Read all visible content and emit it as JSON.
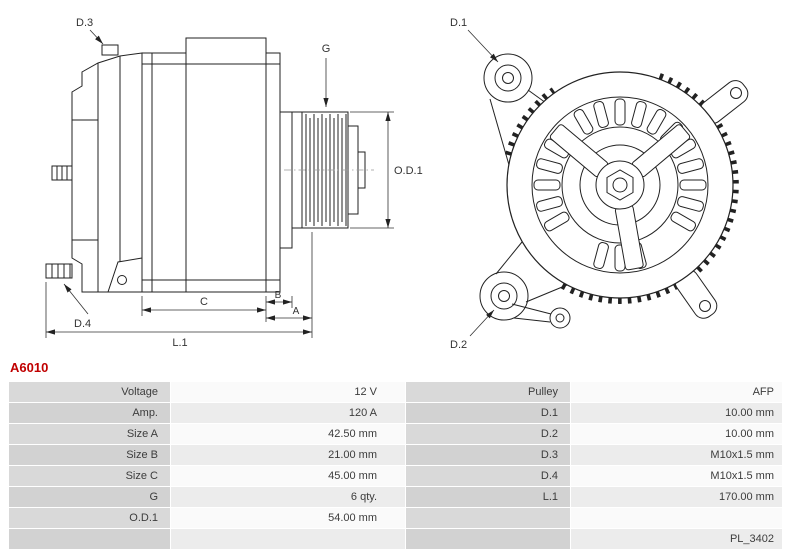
{
  "part_number": "A6010",
  "diagram": {
    "side_view_labels": {
      "d3": "D.3",
      "d4": "D.4",
      "g": "G",
      "od1": "O.D.1",
      "a": "A",
      "b": "B",
      "c": "C",
      "l1": "L.1"
    },
    "front_view_labels": {
      "d1": "D.1",
      "d2": "D.2"
    }
  },
  "table": {
    "rows": [
      {
        "cells": [
          "Voltage",
          "12 V",
          "Pulley",
          "AFP"
        ]
      },
      {
        "cells": [
          "Amp.",
          "120 A",
          "D.1",
          "10.00 mm"
        ]
      },
      {
        "cells": [
          "Size A",
          "42.50 mm",
          "D.2",
          "10.00 mm"
        ]
      },
      {
        "cells": [
          "Size B",
          "21.00 mm",
          "D.3",
          "M10x1.5 mm"
        ]
      },
      {
        "cells": [
          "Size C",
          "45.00 mm",
          "D.4",
          "M10x1.5 mm"
        ]
      },
      {
        "cells": [
          "G",
          "6 qty.",
          "L.1",
          "170.00 mm"
        ]
      },
      {
        "cells": [
          "O.D.1",
          "54.00 mm",
          "",
          ""
        ]
      },
      {
        "cells": [
          "",
          "",
          "",
          "PL_3402"
        ]
      }
    ]
  },
  "colors": {
    "accent_red": "#c00000",
    "label_cell_bg": "#d9d9d9",
    "value_cell_bg": "#fafafa",
    "value_cell_bg_alt": "#ececec",
    "line_color": "#222222"
  }
}
